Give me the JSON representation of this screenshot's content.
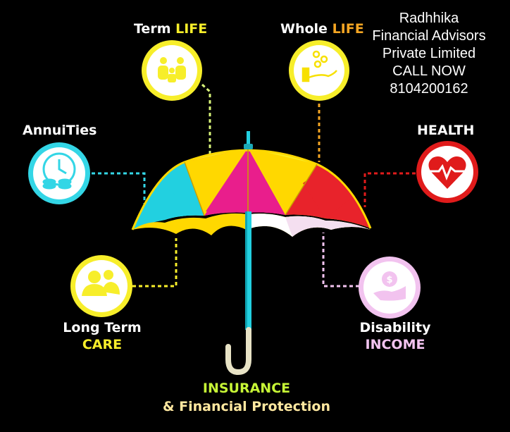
{
  "company": {
    "line1": "Radhhika",
    "line2": "Financial Advisors",
    "line3": "Private Limited",
    "line4": "CALL NOW",
    "phone": "8104200162"
  },
  "topics": {
    "term_life": {
      "word1": "Term",
      "word2": "LIFE",
      "color": "#f7ee2a"
    },
    "whole_life": {
      "word1": "Whole",
      "word2": "LIFE",
      "color": "#f5a623"
    },
    "annuities": {
      "word1": "AnnuiTies",
      "color": "#33d6e6"
    },
    "health": {
      "word1": "HEALTH",
      "color": "#e01b1b"
    },
    "long_term_care": {
      "word1": "Long Term",
      "word2": "CARE",
      "color": "#f7ee2a"
    },
    "disability_income": {
      "word1": "Disability",
      "word2": "INCOME",
      "color": "#f2c3ef"
    }
  },
  "center": {
    "line1": "INSURANCE",
    "line2": "& Financial Protection",
    "line1_color": "#c6f536",
    "line2_color": "#ffe8a0"
  },
  "icons": {
    "term_life": "family-icon",
    "whole_life": "hand-coins-icon",
    "annuities": "clock-coins-icon",
    "health": "heart-pulse-icon",
    "long_term_care": "people-icon",
    "disability_income": "hand-dollar-icon",
    "center": "umbrella-icon"
  }
}
